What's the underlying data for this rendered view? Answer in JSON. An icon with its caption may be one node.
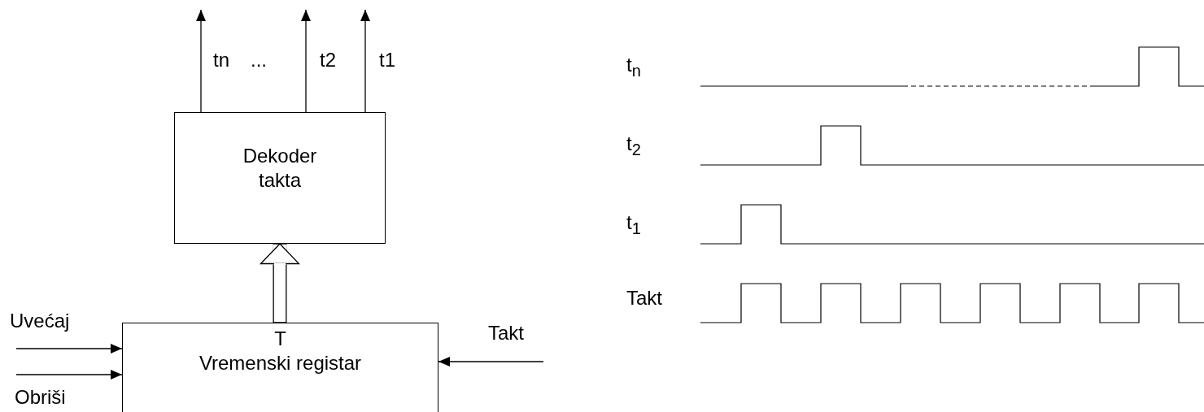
{
  "diagram": {
    "nodes": [
      {
        "text": [
          "Dekoder takta"
        ]
      },
      {
        "text": [
          "T",
          "Vremenski registar"
        ]
      }
    ],
    "edges": [
      {
        "from": 0,
        "to": null,
        "arrow": "to",
        "label": "tn"
      },
      {
        "from": 0,
        "to": null,
        "arrow": "to",
        "label": "t2"
      },
      {
        "from": 0,
        "to": null,
        "arrow": "to",
        "label": "t1"
      },
      {
        "from": 1,
        "to": 0,
        "arrow": "to",
        "style": "thick"
      },
      {
        "from": null,
        "to": 1,
        "arrow": "to",
        "label": "Uvećaj"
      },
      {
        "from": null,
        "to": 1,
        "arrow": "to",
        "label": "Obriši"
      },
      {
        "from": null,
        "to": 1,
        "arrow": "to",
        "label": "Takt"
      }
    ],
    "labels": [
      "...",
      "t$_{n}$",
      "t$_{2}$",
      "t$_{1}$",
      "Takt"
    ]
  }
}
